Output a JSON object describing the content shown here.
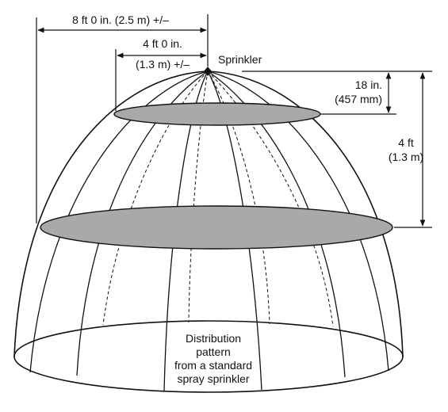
{
  "labels": {
    "outer_spread": "8 ft 0 in. (2.5 m) +/–",
    "inner_spread_line1": "4 ft 0 in.",
    "inner_spread_line2": "(1.3 m) +/–",
    "sprinkler": "Sprinkler",
    "top_offset_line1": "18 in.",
    "top_offset_line2": "(457 mm)",
    "height_line1": "4 ft",
    "height_line2": "(1.3 m)",
    "caption_line1": "Distribution",
    "caption_line2": "pattern",
    "caption_line3": "from a standard",
    "caption_line4": "spray sprinkler"
  },
  "colors": {
    "ink": "#111111",
    "disc_fill": "#a9a9a9",
    "background": "#ffffff"
  }
}
